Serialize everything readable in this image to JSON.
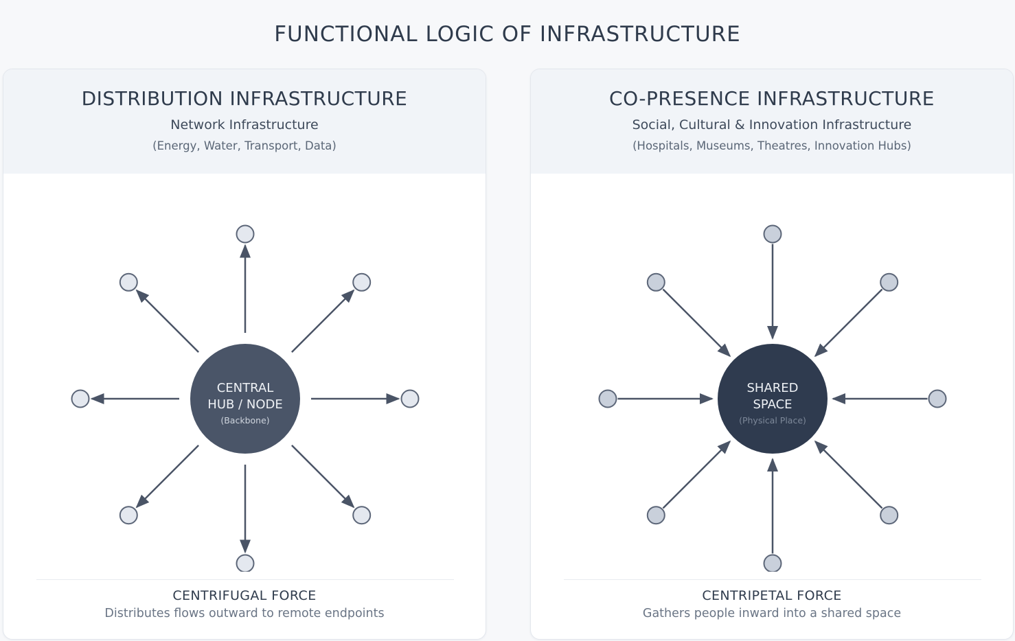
{
  "page_title": "FUNCTIONAL LOGIC OF INFRASTRUCTURE",
  "colors": {
    "background": "#f7f8fa",
    "header_band": "#f1f4f8",
    "arrow": "#4a5466",
    "hub_distribution": "#4a5568",
    "hub_copresence": "#2f3b4f",
    "node_fill_light": "#e4e8ef",
    "node_fill_dark": "#c9d0db",
    "node_stroke": "#5c6678"
  },
  "panels": {
    "distribution": {
      "title": "DISTRIBUTION INFRASTRUCTURE",
      "subtitle": "Network Infrastructure",
      "examples": "(Energy, Water, Transport, Data)",
      "hub_line1": "CENTRAL",
      "hub_line2": "HUB / NODE",
      "hub_note": "(Backbone)",
      "flow_direction": "outward",
      "endpoint_count": 8,
      "force_title": "CENTRIFUGAL FORCE",
      "force_desc": "Distributes flows outward to remote endpoints"
    },
    "copresence": {
      "title": "CO-PRESENCE INFRASTRUCTURE",
      "subtitle": "Social, Cultural & Innovation Infrastructure",
      "examples": "(Hospitals, Museums, Theatres, Innovation Hubs)",
      "hub_line1": "SHARED",
      "hub_line2": "SPACE",
      "hub_note": "(Physical Place)",
      "flow_direction": "inward",
      "endpoint_count": 8,
      "force_title": "CENTRIPETAL FORCE",
      "force_desc": "Gathers people inward into a shared space"
    }
  }
}
